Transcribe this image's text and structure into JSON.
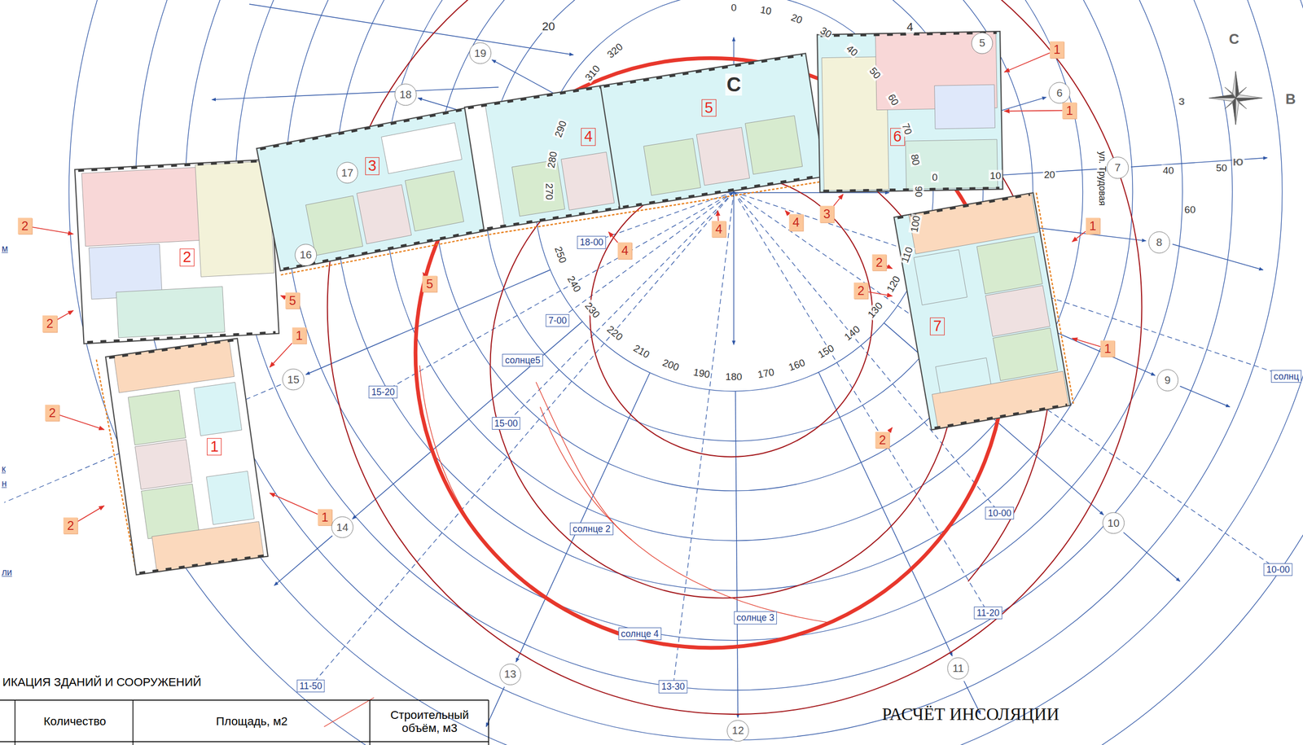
{
  "diagram": {
    "title": "РАСЧЁТ ИНСОЛЯЦИИ",
    "nodes": [
      {
        "text": [
          "1"
        ]
      },
      {
        "text": [
          "2"
        ]
      },
      {
        "text": [
          "3"
        ]
      },
      {
        "text": [
          "4"
        ]
      },
      {
        "text": [
          "5"
        ]
      },
      {
        "text": [
          "6"
        ]
      },
      {
        "text": [
          "7"
        ]
      },
      {
        "text": [
          "1"
        ]
      },
      {
        "text": [
          "1"
        ]
      },
      {
        "text": [
          "1"
        ]
      },
      {
        "text": [
          "1"
        ]
      },
      {
        "text": [
          "1"
        ]
      },
      {
        "text": [
          "1"
        ]
      },
      {
        "text": [
          "2"
        ]
      },
      {
        "text": [
          "2"
        ]
      },
      {
        "text": [
          "2"
        ]
      },
      {
        "text": [
          "2"
        ]
      },
      {
        "text": [
          "2"
        ]
      },
      {
        "text": [
          "2"
        ]
      },
      {
        "text": [
          "2"
        ]
      },
      {
        "text": [
          "3"
        ]
      },
      {
        "text": [
          "4"
        ]
      },
      {
        "text": [
          "4"
        ]
      },
      {
        "text": [
          "4"
        ]
      },
      {
        "text": [
          "5"
        ]
      },
      {
        "text": [
          "5"
        ]
      },
      {
        "text": [
          "18-00"
        ]
      },
      {
        "text": [
          "7-00"
        ]
      },
      {
        "text": [
          "15-20"
        ]
      },
      {
        "text": [
          "15-00"
        ]
      },
      {
        "text": [
          "солнце5"
        ]
      },
      {
        "text": [
          "солнце 2"
        ]
      },
      {
        "text": [
          "солнце 3"
        ]
      },
      {
        "text": [
          "солнце 4"
        ]
      },
      {
        "text": [
          "13-30"
        ]
      },
      {
        "text": [
          "11-50"
        ]
      },
      {
        "text": [
          "10-00"
        ]
      },
      {
        "text": [
          "11-20"
        ]
      },
      {
        "text": [
          "10-00"
        ]
      },
      {
        "text": [
          "солнц"
        ]
      },
      {
        "text": [
          "5"
        ]
      },
      {
        "text": [
          "6"
        ]
      },
      {
        "text": [
          "7"
        ]
      },
      {
        "text": [
          "8"
        ]
      },
      {
        "text": [
          "9"
        ]
      },
      {
        "text": [
          "10"
        ]
      },
      {
        "text": [
          "11"
        ]
      },
      {
        "text": [
          "12"
        ]
      },
      {
        "text": [
          "13"
        ]
      },
      {
        "text": [
          "14"
        ]
      },
      {
        "text": [
          "15"
        ]
      },
      {
        "text": [
          "16"
        ]
      },
      {
        "text": [
          "17"
        ]
      },
      {
        "text": [
          "18"
        ]
      },
      {
        "text": [
          "19"
        ]
      }
    ],
    "edges": [
      {
        "from": 7,
        "to": 5,
        "arrow": "to"
      },
      {
        "from": 8,
        "to": 5,
        "arrow": "to"
      },
      {
        "from": 9,
        "to": 6,
        "arrow": "to"
      },
      {
        "from": 10,
        "to": 6,
        "arrow": "to"
      },
      {
        "from": 11,
        "to": 0,
        "arrow": "to"
      },
      {
        "from": 12,
        "to": 0,
        "arrow": "to"
      },
      {
        "from": 13,
        "to": 1,
        "arrow": "to"
      },
      {
        "from": 14,
        "to": 1,
        "arrow": "to"
      },
      {
        "from": 15,
        "to": 0,
        "arrow": "to"
      },
      {
        "from": 16,
        "to": 0,
        "arrow": "to"
      },
      {
        "from": 17,
        "to": 6,
        "arrow": "to"
      },
      {
        "from": 18,
        "to": 6,
        "arrow": "to"
      },
      {
        "from": 19,
        "to": 6,
        "arrow": "to"
      },
      {
        "from": 20,
        "to": 5,
        "arrow": "to"
      },
      {
        "from": 21,
        "to": 4,
        "arrow": "to"
      },
      {
        "from": 22,
        "to": 4,
        "arrow": "to"
      },
      {
        "from": 23,
        "to": 3,
        "arrow": "to"
      },
      {
        "from": 24,
        "to": 2,
        "arrow": "to"
      },
      {
        "from": 25,
        "to": 1,
        "arrow": "to"
      }
    ],
    "labels": [
      "0",
      "10",
      "20",
      "30",
      "40",
      "50",
      "60",
      "70",
      "80",
      "90",
      "100",
      "110",
      "120",
      "130",
      "140",
      "150",
      "160",
      "170",
      "180",
      "190",
      "200",
      "210",
      "220",
      "230",
      "240",
      "250",
      "270",
      "280",
      "290",
      "310",
      "320",
      "0",
      "10",
      "20",
      "40",
      "50",
      "60",
      "20",
      "4",
      "С",
      "С",
      "З",
      "В",
      "Ю",
      "ул. Трудовая",
      "ИКАЦИЯ ЗДАНИЙ И СООРУЖЕНИЙ",
      "Количество",
      "Площадь, м2",
      "Строительный объём, м3",
      "м",
      "к",
      "н",
      "ли"
    ]
  }
}
